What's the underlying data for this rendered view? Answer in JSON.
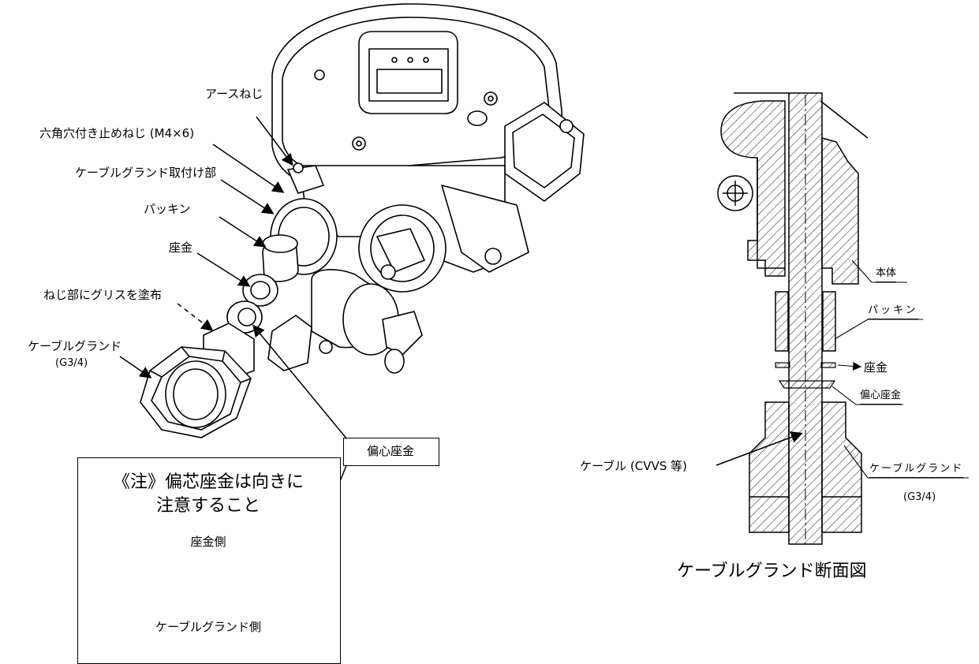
{
  "left": {
    "labels": {
      "earth_screw": "アースねじ",
      "hex_set_screw": "六角穴付き止めねじ (M4×6)",
      "gland_mount": "ケーブルグランド取付け部",
      "packing": "パッキン",
      "washer": "座金",
      "grease": "ねじ部にグリスを塗布",
      "cable_gland": "ケーブルグランド",
      "cable_gland_size": "(G3/4)",
      "eccentric_washer": "偏心座金"
    },
    "note": {
      "line1": "《注》偏芯座金は向きに",
      "line2": "注意すること",
      "top_side": "座金側",
      "bottom_side": "ケーブルグランド側"
    }
  },
  "right": {
    "labels": {
      "body": "本体",
      "packing": "パッキン",
      "washer": "座金",
      "eccentric_washer": "偏心座金",
      "cable_gland": "ケーブルグランド",
      "cable_gland_size": "(G3/4)",
      "cable": "ケーブル (CVVS 等)"
    },
    "caption": "ケーブルグランド断面図"
  }
}
